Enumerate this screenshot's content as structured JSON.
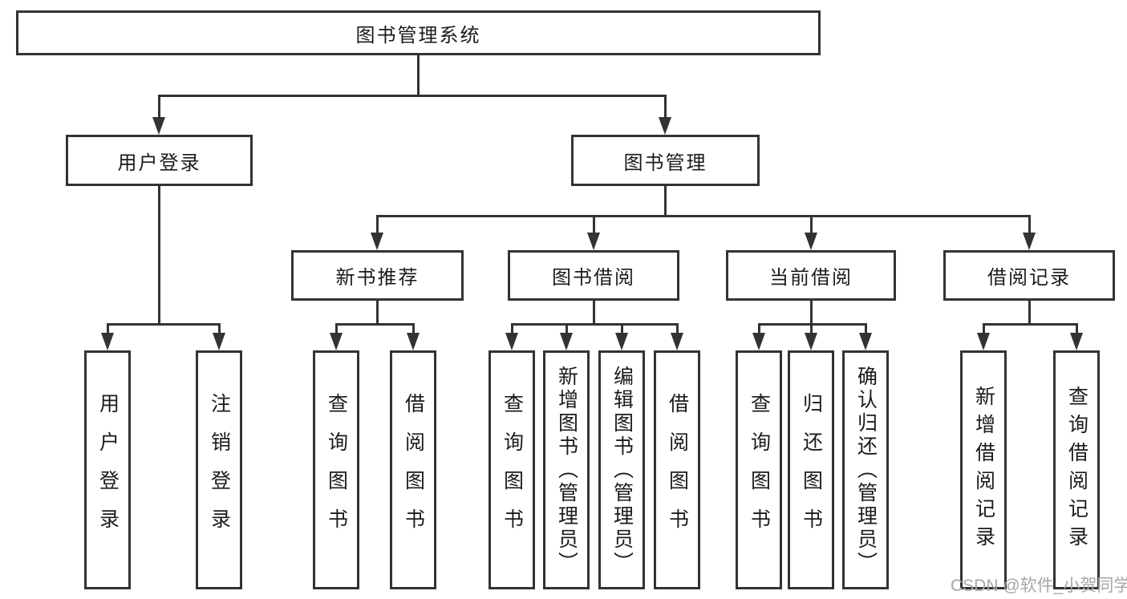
{
  "palette": {
    "line_color": "#333333",
    "box_background": "#ffffff",
    "text_color": "#1b1b1b",
    "watermark_color": "#a6a6ac"
  },
  "tree": {
    "root": {
      "label": "图书管理系统"
    },
    "branches": [
      {
        "label": "用户登录",
        "children": [
          {
            "label": "用户登录"
          },
          {
            "label": "注销登录"
          }
        ]
      },
      {
        "label": "图书管理",
        "children": [
          {
            "label": "新书推荐",
            "children": [
              {
                "label": "查询图书"
              },
              {
                "label": "借阅图书"
              }
            ]
          },
          {
            "label": "图书借阅",
            "children": [
              {
                "label": "查询图书"
              },
              {
                "label": "新增图书（管理员）"
              },
              {
                "label": "编辑图书（管理员）"
              },
              {
                "label": "借阅图书"
              }
            ]
          },
          {
            "label": "当前借阅",
            "children": [
              {
                "label": "查询图书"
              },
              {
                "label": "归还图书"
              },
              {
                "label": "确认归还（管理员）"
              }
            ]
          },
          {
            "label": "借阅记录",
            "children": [
              {
                "label": "新增借阅记录"
              },
              {
                "label": "查询借阅记录"
              }
            ]
          }
        ]
      }
    ]
  },
  "watermark": {
    "text": "CSDN @软件_小贺同学"
  }
}
